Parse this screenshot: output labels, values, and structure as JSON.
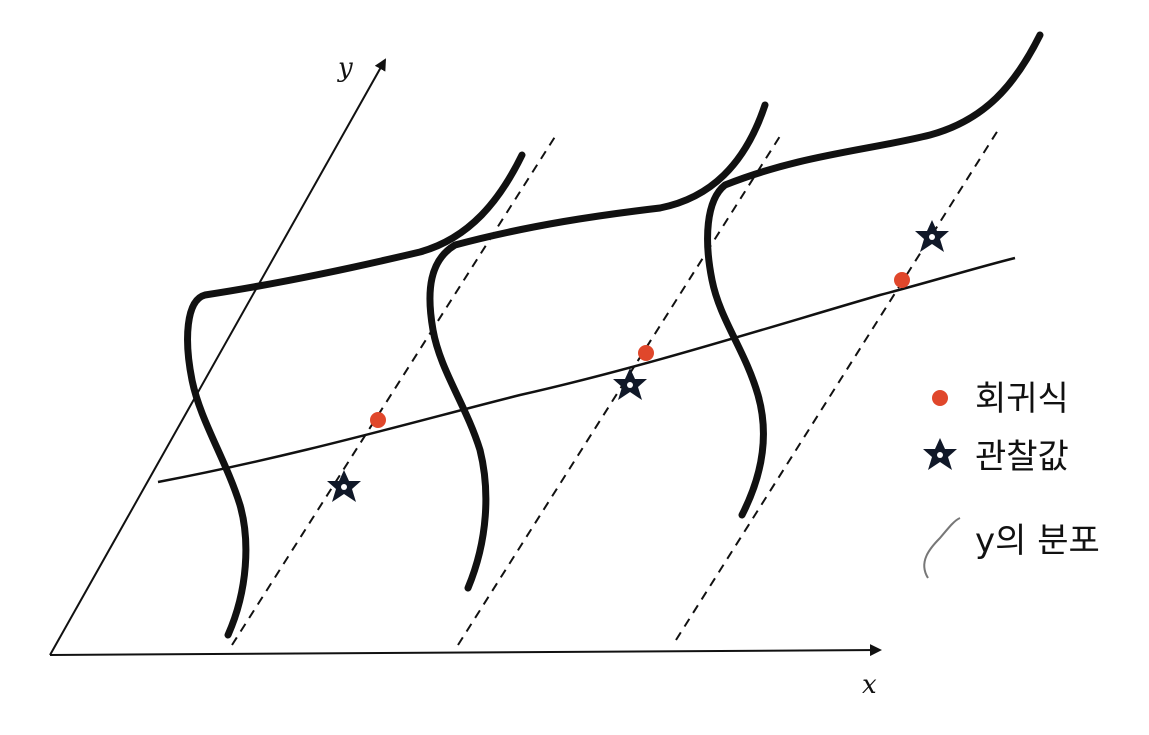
{
  "axes": {
    "x_label": "x",
    "y_label": "y"
  },
  "legend": {
    "items": [
      {
        "label": "회귀식",
        "marker": "red-dot"
      },
      {
        "label": "관찰값",
        "marker": "star"
      },
      {
        "label": "y의 분포",
        "marker": "wavy-line"
      }
    ]
  },
  "colors": {
    "line": "#111111",
    "regression_point": "#e0472b",
    "observation_star": "#101828",
    "background": "#ffffff"
  }
}
